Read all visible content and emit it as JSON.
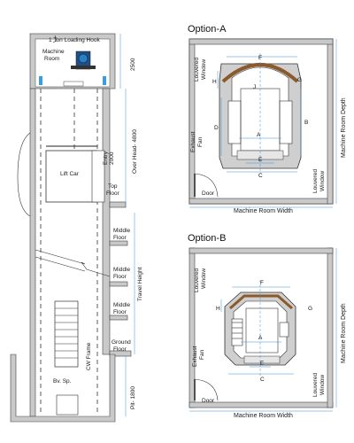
{
  "elevation": {
    "hook_label": "1 Ton Loading Hook",
    "machine_room_label": "Machine\nRoom",
    "dim_2500": "2500",
    "lift_car_label": "Lift Car",
    "entry_label": "Entry\n2000",
    "top_floor_label": "Top\nFloor",
    "overhead_label": "Over Head- 4800",
    "middle_floor_labels": [
      "Middle\nFloor",
      "Middle\nFloor",
      "Middle\nFloor"
    ],
    "travel_height_label": "Travel Height",
    "cw_frame_label": "CW Frame",
    "ground_floor_label": "Ground\nFloor",
    "pit_label": "Pit- 1800",
    "buffer_label": "Bv. Sp."
  },
  "option_a": {
    "title": "Option-A",
    "louvered_window_left": "Louvered\nWindow",
    "louvered_window_right": "Louvered\nWindow",
    "exhaust_fan": "Exhaust\nFan",
    "door": "Door",
    "width_label": "Machine Room Width",
    "depth_label": "Machine Room Depth",
    "letters": [
      "F",
      "H",
      "G",
      "J",
      "D",
      "B",
      "A",
      "E",
      "C"
    ]
  },
  "option_b": {
    "title": "Option-B",
    "louvered_window_left": "Louvered\nWindow",
    "louvered_window_right": "Louvered\nWindow",
    "exhaust_fan": "Exhaust\nFan",
    "door": "Door",
    "width_label": "Machine Room Width",
    "depth_label": "Machine Room Depth",
    "letters": [
      "F",
      "H",
      "G",
      "A",
      "E",
      "C"
    ]
  }
}
